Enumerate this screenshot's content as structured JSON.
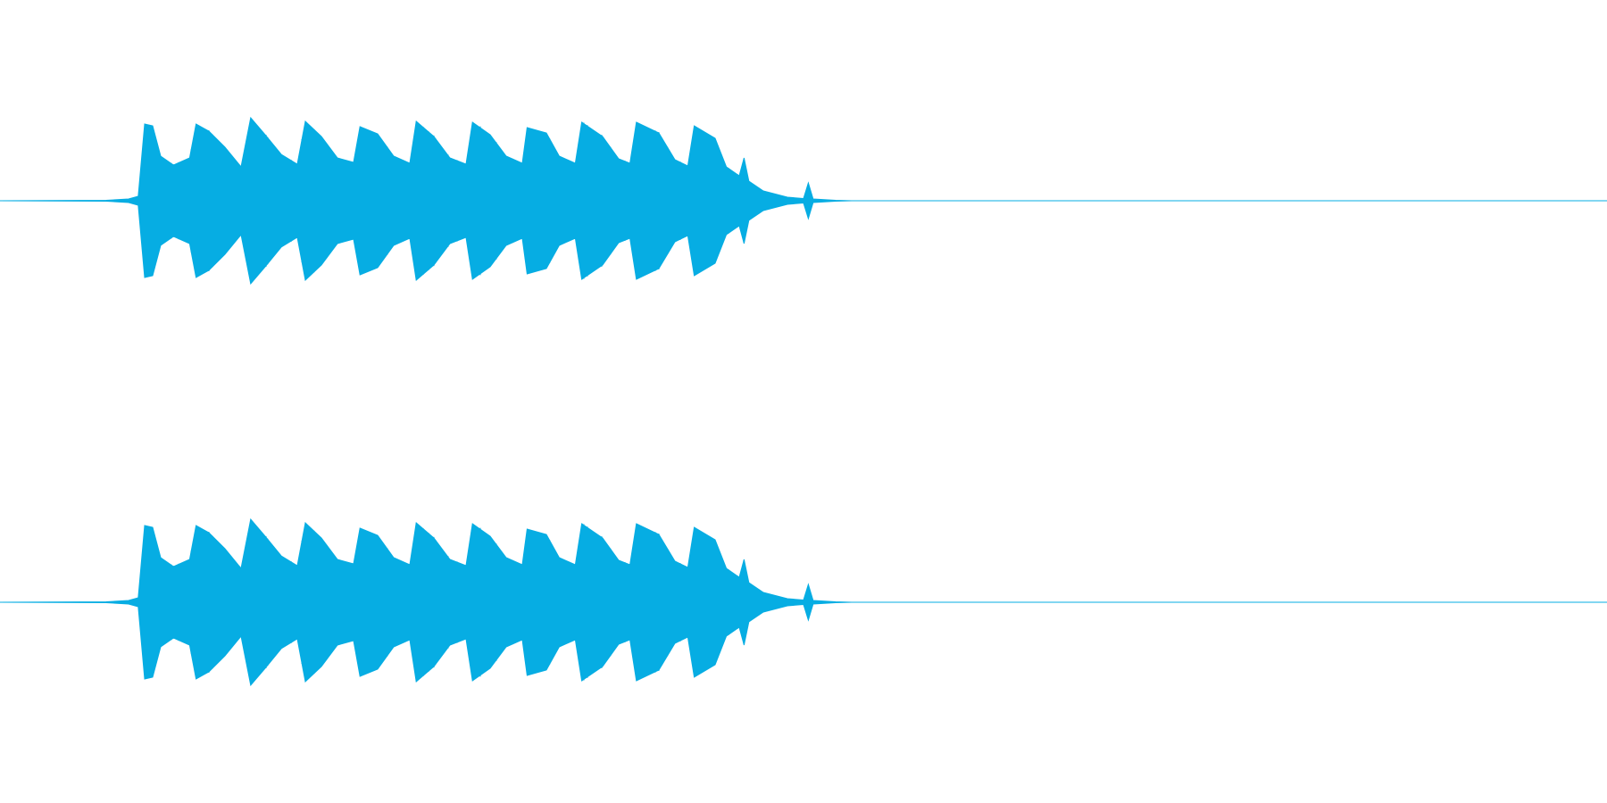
{
  "chart_data": {
    "type": "area",
    "title": "",
    "xlabel": "",
    "ylabel": "",
    "grid": false,
    "legend": "none",
    "color": "#06ADE3",
    "amplitude_range": [
      -1,
      1
    ],
    "duration_fraction_range": [
      0,
      1
    ],
    "series": [
      {
        "channel": "left",
        "envelope": [
          [
            0.0,
            0.0
          ],
          [
            0.066,
            0.005
          ],
          [
            0.08,
            0.02
          ],
          [
            0.086,
            0.05
          ],
          [
            0.09,
            0.86
          ],
          [
            0.095,
            0.84
          ],
          [
            0.1,
            0.5
          ],
          [
            0.108,
            0.4
          ],
          [
            0.118,
            0.48
          ],
          [
            0.122,
            0.86
          ],
          [
            0.13,
            0.78
          ],
          [
            0.14,
            0.6
          ],
          [
            0.15,
            0.38
          ],
          [
            0.156,
            0.93
          ],
          [
            0.165,
            0.74
          ],
          [
            0.175,
            0.52
          ],
          [
            0.185,
            0.41
          ],
          [
            0.19,
            0.89
          ],
          [
            0.2,
            0.72
          ],
          [
            0.21,
            0.48
          ],
          [
            0.22,
            0.43
          ],
          [
            0.224,
            0.83
          ],
          [
            0.235,
            0.75
          ],
          [
            0.245,
            0.5
          ],
          [
            0.255,
            0.42
          ],
          [
            0.259,
            0.89
          ],
          [
            0.27,
            0.72
          ],
          [
            0.28,
            0.48
          ],
          [
            0.29,
            0.41
          ],
          [
            0.294,
            0.88
          ],
          [
            0.305,
            0.74
          ],
          [
            0.315,
            0.5
          ],
          [
            0.325,
            0.42
          ],
          [
            0.328,
            0.82
          ],
          [
            0.34,
            0.76
          ],
          [
            0.348,
            0.5
          ],
          [
            0.358,
            0.42
          ],
          [
            0.362,
            0.88
          ],
          [
            0.375,
            0.72
          ],
          [
            0.385,
            0.47
          ],
          [
            0.392,
            0.42
          ],
          [
            0.396,
            0.88
          ],
          [
            0.41,
            0.76
          ],
          [
            0.42,
            0.46
          ],
          [
            0.428,
            0.39
          ],
          [
            0.432,
            0.84
          ],
          [
            0.445,
            0.7
          ],
          [
            0.452,
            0.38
          ],
          [
            0.46,
            0.28
          ],
          [
            0.463,
            0.48
          ],
          [
            0.466,
            0.22
          ],
          [
            0.475,
            0.11
          ],
          [
            0.49,
            0.04
          ],
          [
            0.5,
            0.025
          ],
          [
            0.503,
            0.2
          ],
          [
            0.506,
            0.02
          ],
          [
            0.52,
            0.005
          ],
          [
            0.53,
            0.0
          ],
          [
            1.0,
            0.0
          ]
        ]
      },
      {
        "channel": "right",
        "envelope": [
          [
            0.0,
            0.0
          ],
          [
            0.066,
            0.005
          ],
          [
            0.08,
            0.02
          ],
          [
            0.086,
            0.05
          ],
          [
            0.09,
            0.86
          ],
          [
            0.095,
            0.84
          ],
          [
            0.1,
            0.5
          ],
          [
            0.108,
            0.4
          ],
          [
            0.118,
            0.48
          ],
          [
            0.122,
            0.86
          ],
          [
            0.13,
            0.78
          ],
          [
            0.14,
            0.6
          ],
          [
            0.15,
            0.38
          ],
          [
            0.156,
            0.93
          ],
          [
            0.165,
            0.74
          ],
          [
            0.175,
            0.52
          ],
          [
            0.185,
            0.41
          ],
          [
            0.19,
            0.89
          ],
          [
            0.2,
            0.72
          ],
          [
            0.21,
            0.48
          ],
          [
            0.22,
            0.43
          ],
          [
            0.224,
            0.83
          ],
          [
            0.235,
            0.75
          ],
          [
            0.245,
            0.5
          ],
          [
            0.255,
            0.42
          ],
          [
            0.259,
            0.89
          ],
          [
            0.27,
            0.72
          ],
          [
            0.28,
            0.48
          ],
          [
            0.29,
            0.41
          ],
          [
            0.294,
            0.88
          ],
          [
            0.305,
            0.74
          ],
          [
            0.315,
            0.5
          ],
          [
            0.325,
            0.42
          ],
          [
            0.328,
            0.82
          ],
          [
            0.34,
            0.76
          ],
          [
            0.348,
            0.5
          ],
          [
            0.358,
            0.42
          ],
          [
            0.362,
            0.88
          ],
          [
            0.375,
            0.72
          ],
          [
            0.385,
            0.47
          ],
          [
            0.392,
            0.42
          ],
          [
            0.396,
            0.88
          ],
          [
            0.41,
            0.76
          ],
          [
            0.42,
            0.46
          ],
          [
            0.428,
            0.39
          ],
          [
            0.432,
            0.84
          ],
          [
            0.445,
            0.7
          ],
          [
            0.452,
            0.38
          ],
          [
            0.46,
            0.28
          ],
          [
            0.463,
            0.48
          ],
          [
            0.466,
            0.22
          ],
          [
            0.475,
            0.11
          ],
          [
            0.49,
            0.04
          ],
          [
            0.5,
            0.025
          ],
          [
            0.503,
            0.2
          ],
          [
            0.506,
            0.02
          ],
          [
            0.52,
            0.005
          ],
          [
            0.53,
            0.0
          ],
          [
            1.0,
            0.0
          ]
        ]
      }
    ]
  }
}
